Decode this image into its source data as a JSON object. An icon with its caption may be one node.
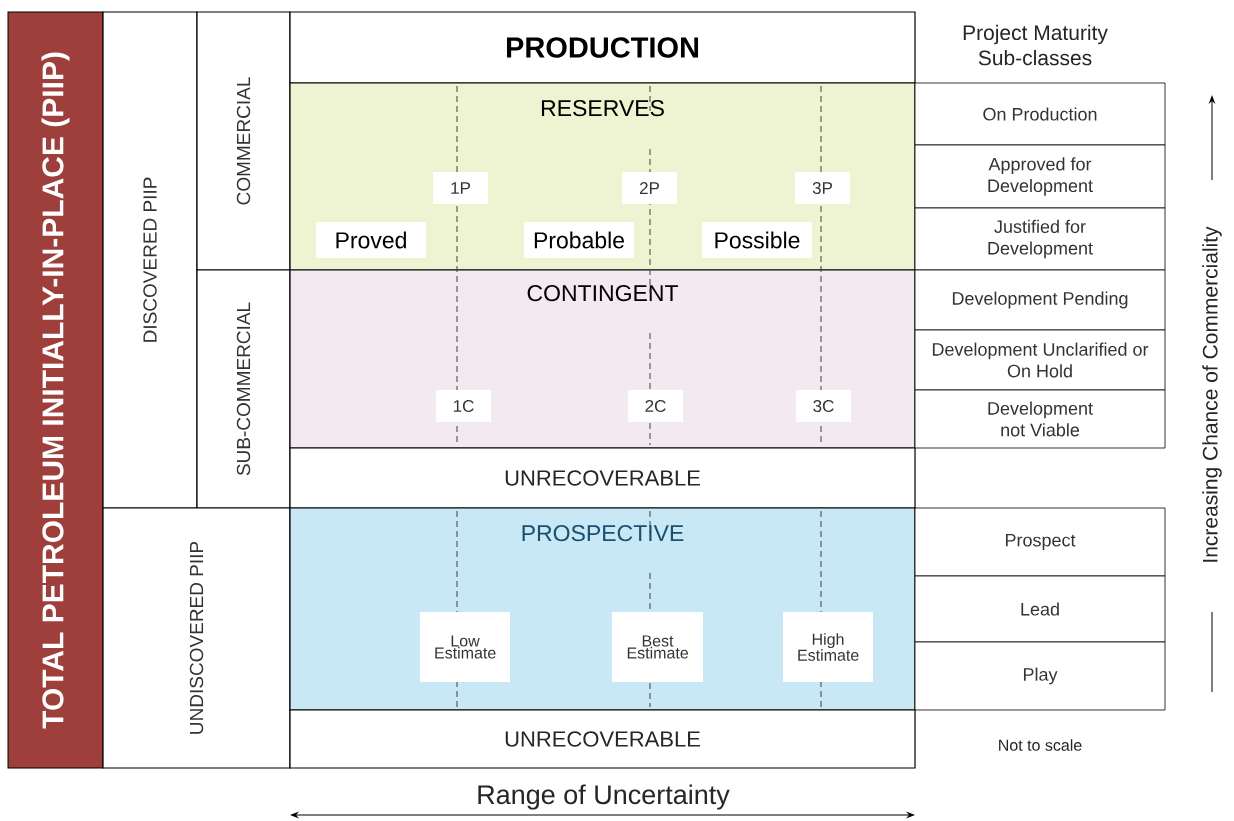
{
  "diagram": {
    "nodes": [
      {
        "text": [
          "TOTAL PETROLEUM INITIALLY-IN-PLACE (PIIP)"
        ]
      },
      {
        "text": [
          "DISCOVERED PIIP"
        ]
      },
      {
        "text": [
          "COMMERCIAL"
        ]
      },
      {
        "text": [
          "SUB-COMMERCIAL"
        ]
      },
      {
        "text": [
          "UNDISCOVERED PIIP"
        ]
      },
      {
        "text": [
          "PRODUCTION"
        ]
      },
      {
        "text": [
          "RESERVES"
        ]
      },
      {
        "text": [
          "1P"
        ],
        "in": 6
      },
      {
        "text": [
          "2P"
        ],
        "in": 6
      },
      {
        "text": [
          "3P"
        ],
        "in": 6
      },
      {
        "text": [
          "Proved"
        ],
        "in": 6
      },
      {
        "text": [
          "Probable"
        ],
        "in": 6
      },
      {
        "text": [
          "Possible"
        ],
        "in": 6
      },
      {
        "text": [
          "CONTINGENT"
        ]
      },
      {
        "text": [
          "1C"
        ],
        "in": 13
      },
      {
        "text": [
          "2C"
        ],
        "in": 13
      },
      {
        "text": [
          "3C"
        ],
        "in": 13
      },
      {
        "text": [
          "UNRECOVERABLE"
        ]
      },
      {
        "text": [
          "PROSPECTIVE"
        ]
      },
      {
        "text": [
          "Low Estimate"
        ],
        "in": 18
      },
      {
        "text": [
          "Best Estimate"
        ],
        "in": 18
      },
      {
        "text": [
          "High Estimate"
        ],
        "in": 18
      },
      {
        "text": [
          "UNRECOVERABLE"
        ]
      },
      {
        "text": [
          "On Production"
        ]
      },
      {
        "text": [
          "Approved for Development"
        ]
      },
      {
        "text": [
          "Justified for Development"
        ]
      },
      {
        "text": [
          "Development Pending"
        ]
      },
      {
        "text": [
          "Development Unclarified or On Hold"
        ]
      },
      {
        "text": [
          "Development not Viable"
        ]
      },
      {
        "text": [
          "Prospect"
        ]
      },
      {
        "text": [
          "Lead"
        ]
      },
      {
        "text": [
          "Play"
        ]
      }
    ],
    "labels": [
      "Project Maturity Sub-classes",
      "Increasing Chance of Commerciality",
      "Not to scale",
      "Range of Uncertainty"
    ]
  }
}
